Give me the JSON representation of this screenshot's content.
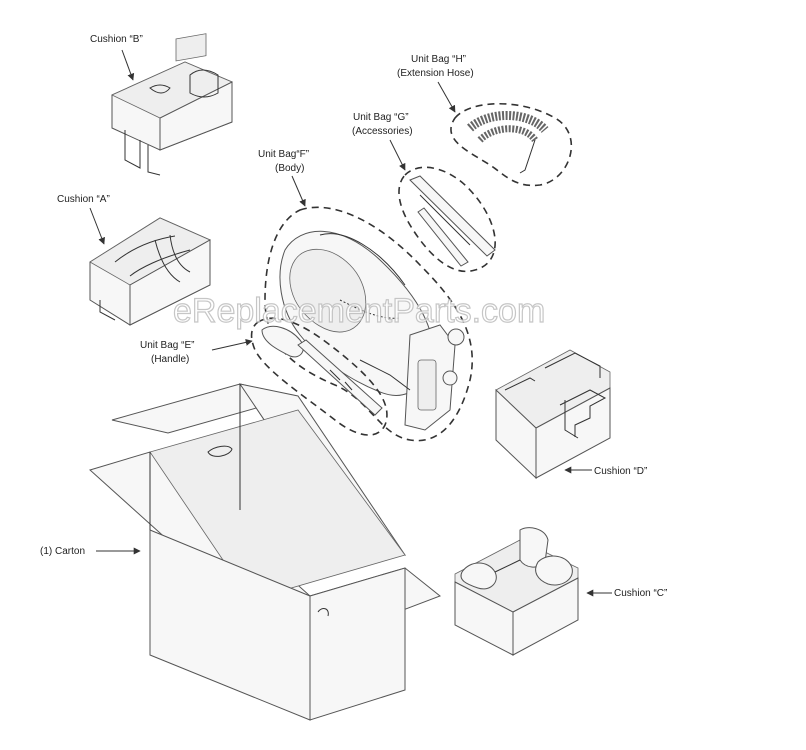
{
  "watermark": "eReplacementParts.com",
  "labels": {
    "cushion_b": "Cushion “B”",
    "cushion_a": "Cushion “A”",
    "cushion_d": "Cushion “D”",
    "cushion_c": "Cushion “C”",
    "bag_h_line1": "Unit Bag “H”",
    "bag_h_line2": "(Extension Hose)",
    "bag_g_line1": "Unit Bag “G”",
    "bag_g_line2": "(Accessories)",
    "bag_f_line1": "Unit Bag“F”",
    "bag_f_line2": "(Body)",
    "bag_e_line1": "Unit Bag “E”",
    "bag_e_line2": "(Handle)",
    "carton": "(1) Carton"
  }
}
